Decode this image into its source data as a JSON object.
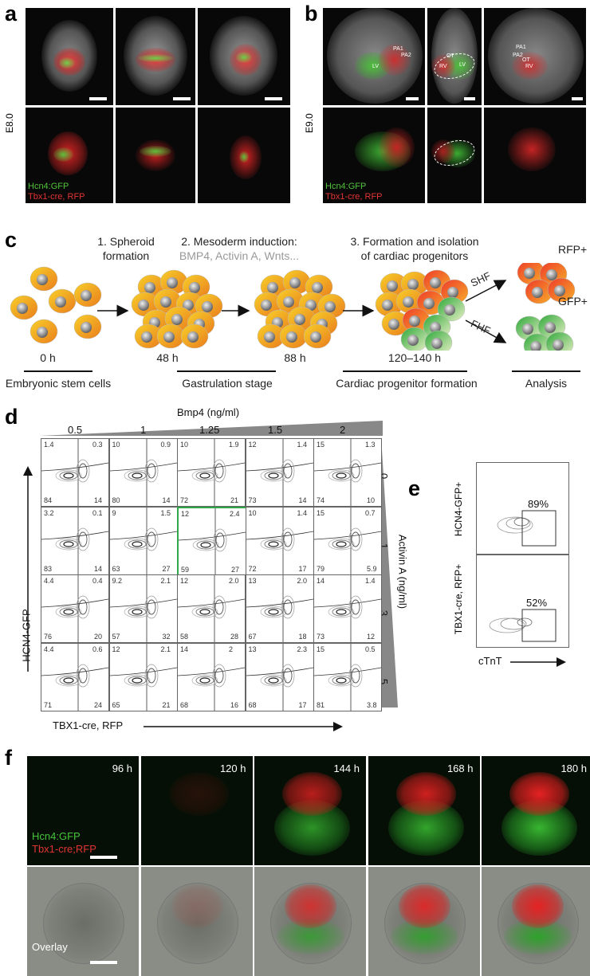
{
  "panel_labels": {
    "a": "a",
    "b": "b",
    "c": "c",
    "d": "d",
    "e": "e",
    "f": "f"
  },
  "panel_a": {
    "stage": "E8.0",
    "legend_gfp": "Hcn4:GFP",
    "legend_rfp": "Tbx1-cre, RFP"
  },
  "panel_b": {
    "stage": "E9.0",
    "legend_gfp": "Hcn4:GFP",
    "legend_rfp": "Tbx1-cre, RFP",
    "labels": {
      "pa1": "PA1",
      "pa2": "PA2",
      "lv": "LV",
      "ot": "OT",
      "rv": "RV"
    }
  },
  "panel_c": {
    "step1": "1. Spheroid formation",
    "step1_line1": "1. Spheroid",
    "step1_line2": "formation",
    "step2_title": "2. Mesoderm induction:",
    "step2_factors": "BMP4, Activin A, Wnts...",
    "step3_line1": "3. Formation and isolation",
    "step3_line2": "of cardiac progenitors",
    "times": [
      "0 h",
      "48 h",
      "88 h",
      "120–140 h"
    ],
    "stages": [
      "Embryonic stem cells",
      "Gastrulation stage",
      "Cardiac progenitor formation",
      "Analysis"
    ],
    "shf": "SHF",
    "fhf": "FHF",
    "rfp_pos": "RFP+",
    "gfp_pos": "GFP+",
    "colors": {
      "yellow": "#f5c21a",
      "orange": "#ea7d1d",
      "red": "#d8262a",
      "green": "#3bae3d"
    }
  },
  "panel_d": {
    "top_axis_title": "Bmp4 (ng/ml)",
    "bmp4_values": [
      "0.5",
      "1",
      "1.25",
      "1.5",
      "2"
    ],
    "right_axis_title": "Activin A (ng/ml)",
    "activin_values": [
      "0",
      "1",
      "3",
      "5"
    ],
    "y_axis": "HCN4-GFP",
    "x_axis": "TBX1-cre, RFP",
    "highlight_color": "#2fa84a",
    "grid": [
      [
        [
          "1.4",
          "0.3",
          "84",
          "14"
        ],
        [
          "10",
          "0.9",
          "80",
          "14"
        ],
        [
          "10",
          "1.9",
          "72",
          "21"
        ],
        [
          "12",
          "1.4",
          "73",
          "14"
        ],
        [
          "15",
          "1.3",
          "74",
          "10"
        ]
      ],
      [
        [
          "3.2",
          "0.1",
          "83",
          "14"
        ],
        [
          "9",
          "1.5",
          "63",
          "27"
        ],
        [
          "12",
          "2.4",
          "59",
          "27"
        ],
        [
          "10",
          "1.4",
          "72",
          "17"
        ],
        [
          "15",
          "0.7",
          "79",
          "5.9"
        ]
      ],
      [
        [
          "4.4",
          "0.4",
          "76",
          "20"
        ],
        [
          "9.2",
          "2.1",
          "57",
          "32"
        ],
        [
          "12",
          "2.0",
          "58",
          "28"
        ],
        [
          "13",
          "2.0",
          "67",
          "18"
        ],
        [
          "14",
          "1.4",
          "73",
          "12"
        ]
      ],
      [
        [
          "4.4",
          "0.6",
          "71",
          "24"
        ],
        [
          "12",
          "2.1",
          "65",
          "21"
        ],
        [
          "14",
          "2",
          "68",
          "16"
        ],
        [
          "13",
          "2.3",
          "68",
          "17"
        ],
        [
          "15",
          "0.5",
          "81",
          "3.8"
        ]
      ]
    ]
  },
  "panel_e": {
    "top_ylabel": "HCN4-GFP+",
    "top_pct": "89%",
    "bottom_ylabel": "TBX1-cre, RFP+",
    "bottom_pct": "52%",
    "x_axis": "cTnT"
  },
  "panel_f": {
    "times": [
      "96 h",
      "120 h",
      "144 h",
      "168 h",
      "180 h"
    ],
    "legend_gfp": "Hcn4:GFP",
    "legend_rfp": "Tbx1-cre;RFP",
    "overlay": "Overlay"
  }
}
